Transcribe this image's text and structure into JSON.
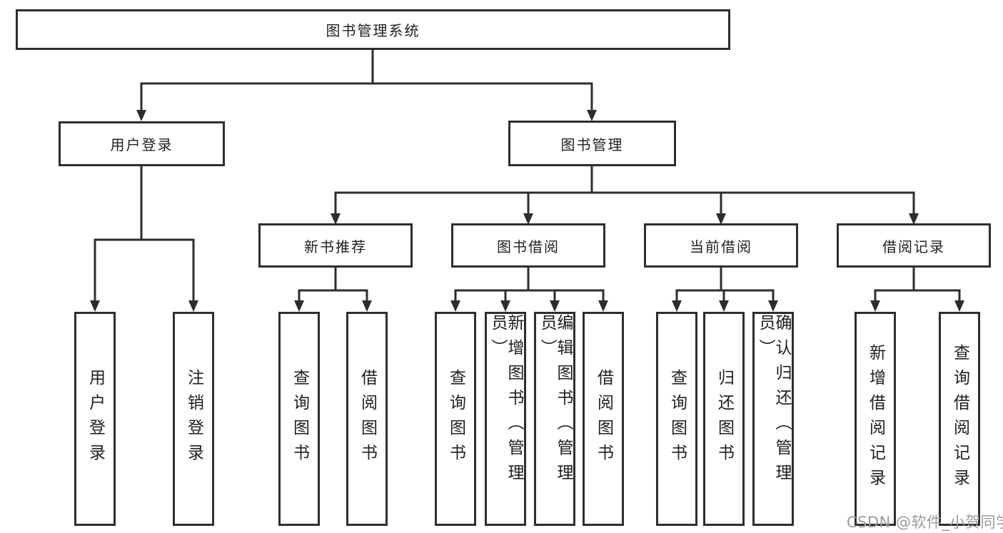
{
  "colors": {
    "line": "#2d2d2d",
    "box_border": "#2e2e2e",
    "box_bg": "#ffffff",
    "text": "#1f1f1f",
    "watermark": "#9b9b9b"
  },
  "tree": {
    "label": "图书管理系统",
    "children": [
      {
        "label": "用户登录",
        "children": [
          {
            "label": "用户登录"
          },
          {
            "label": "注销登录"
          }
        ]
      },
      {
        "label": "图书管理",
        "children": [
          {
            "label": "新书推荐",
            "children": [
              {
                "label": "查询图书"
              },
              {
                "label": "借阅图书"
              }
            ]
          },
          {
            "label": "图书借阅",
            "children": [
              {
                "label": "查询图书"
              },
              {
                "label": "新增图书（管理员）"
              },
              {
                "label": "编辑图书（管理员）"
              },
              {
                "label": "借阅图书"
              }
            ]
          },
          {
            "label": "当前借阅",
            "children": [
              {
                "label": "查询图书"
              },
              {
                "label": "归还图书"
              },
              {
                "label": "确认归还（管理员）"
              }
            ]
          },
          {
            "label": "借阅记录",
            "children": [
              {
                "label": "新增借阅记录"
              },
              {
                "label": "查询借阅记录"
              }
            ]
          }
        ]
      }
    ]
  },
  "watermark": {
    "text": "CSDN @软件_小贺同学"
  }
}
